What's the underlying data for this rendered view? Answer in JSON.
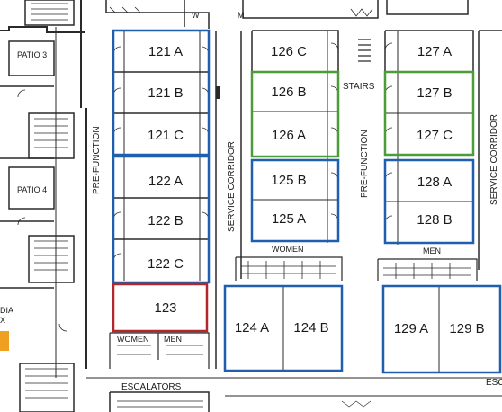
{
  "colors": {
    "blue_group": "#1f5fae",
    "green_group": "#4c9c3a",
    "red_group": "#b3262b",
    "wall": "#2a2a2a",
    "exhibit": "#f0a020"
  },
  "rooms": {
    "r121a": "121 A",
    "r121b": "121 B",
    "r121c": "121 C",
    "r122a": "122 A",
    "r122b": "122 B",
    "r122c": "122 C",
    "r123": "123",
    "r124a": "124 A",
    "r124b": "124 B",
    "r125a": "125 A",
    "r125b": "125 B",
    "r126a": "126 A",
    "r126b": "126 B",
    "r126c": "126 C",
    "r127a": "127 A",
    "r127b": "127 B",
    "r127c": "127 C",
    "r128a": "128 A",
    "r128b": "128 B",
    "r129a": "129 A",
    "r129b": "129 B"
  },
  "labels": {
    "patio3": "PATIO 3",
    "patio4": "PATIO 4",
    "prefunction_left": "PRE-FUNCTION",
    "prefunction_right": "PRE-FUNCTION",
    "service_left": "SERVICE CORRIDOR",
    "service_right": "SERVICE CORRIDOR",
    "stairs": "STAIRS",
    "women_left": "WOMEN",
    "men_left": "MEN",
    "women_mid": "WOMEN",
    "men_right": "MEN",
    "escalators": "ESCALATORS",
    "w_top": "W",
    "m_top": "M",
    "partial_dia": "DIA",
    "partial_x": "X",
    "partial_esc": "ESC"
  }
}
